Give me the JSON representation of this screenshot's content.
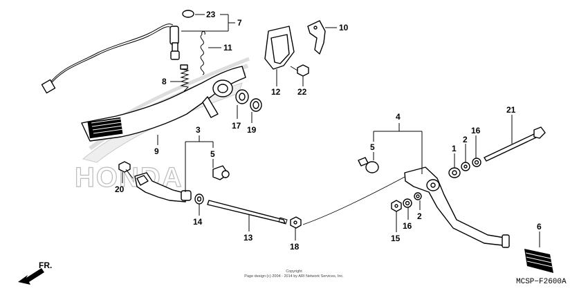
{
  "diagram": {
    "code": "MCSP−F2600A",
    "copyright_line1": "Copyright",
    "copyright_line2": "Page design (c) 2004 - 2014 by ARI Network Services, Inc.",
    "watermark": "HONDA",
    "front_label": "FR.",
    "callouts": {
      "c23": "23",
      "c7": "7",
      "c10": "10",
      "c11": "11",
      "c8": "8",
      "c12": "12",
      "c22": "22",
      "c17": "17",
      "c19": "19",
      "c9": "9",
      "c3": "3",
      "c5a": "5",
      "c20": "20",
      "c14": "14",
      "c13": "13",
      "c18": "18",
      "c4": "4",
      "c5b": "5",
      "c1": "1",
      "c2a": "2",
      "c16a": "16",
      "c21": "21",
      "c15": "15",
      "c16b": "16",
      "c2b": "2",
      "c6": "6"
    }
  }
}
